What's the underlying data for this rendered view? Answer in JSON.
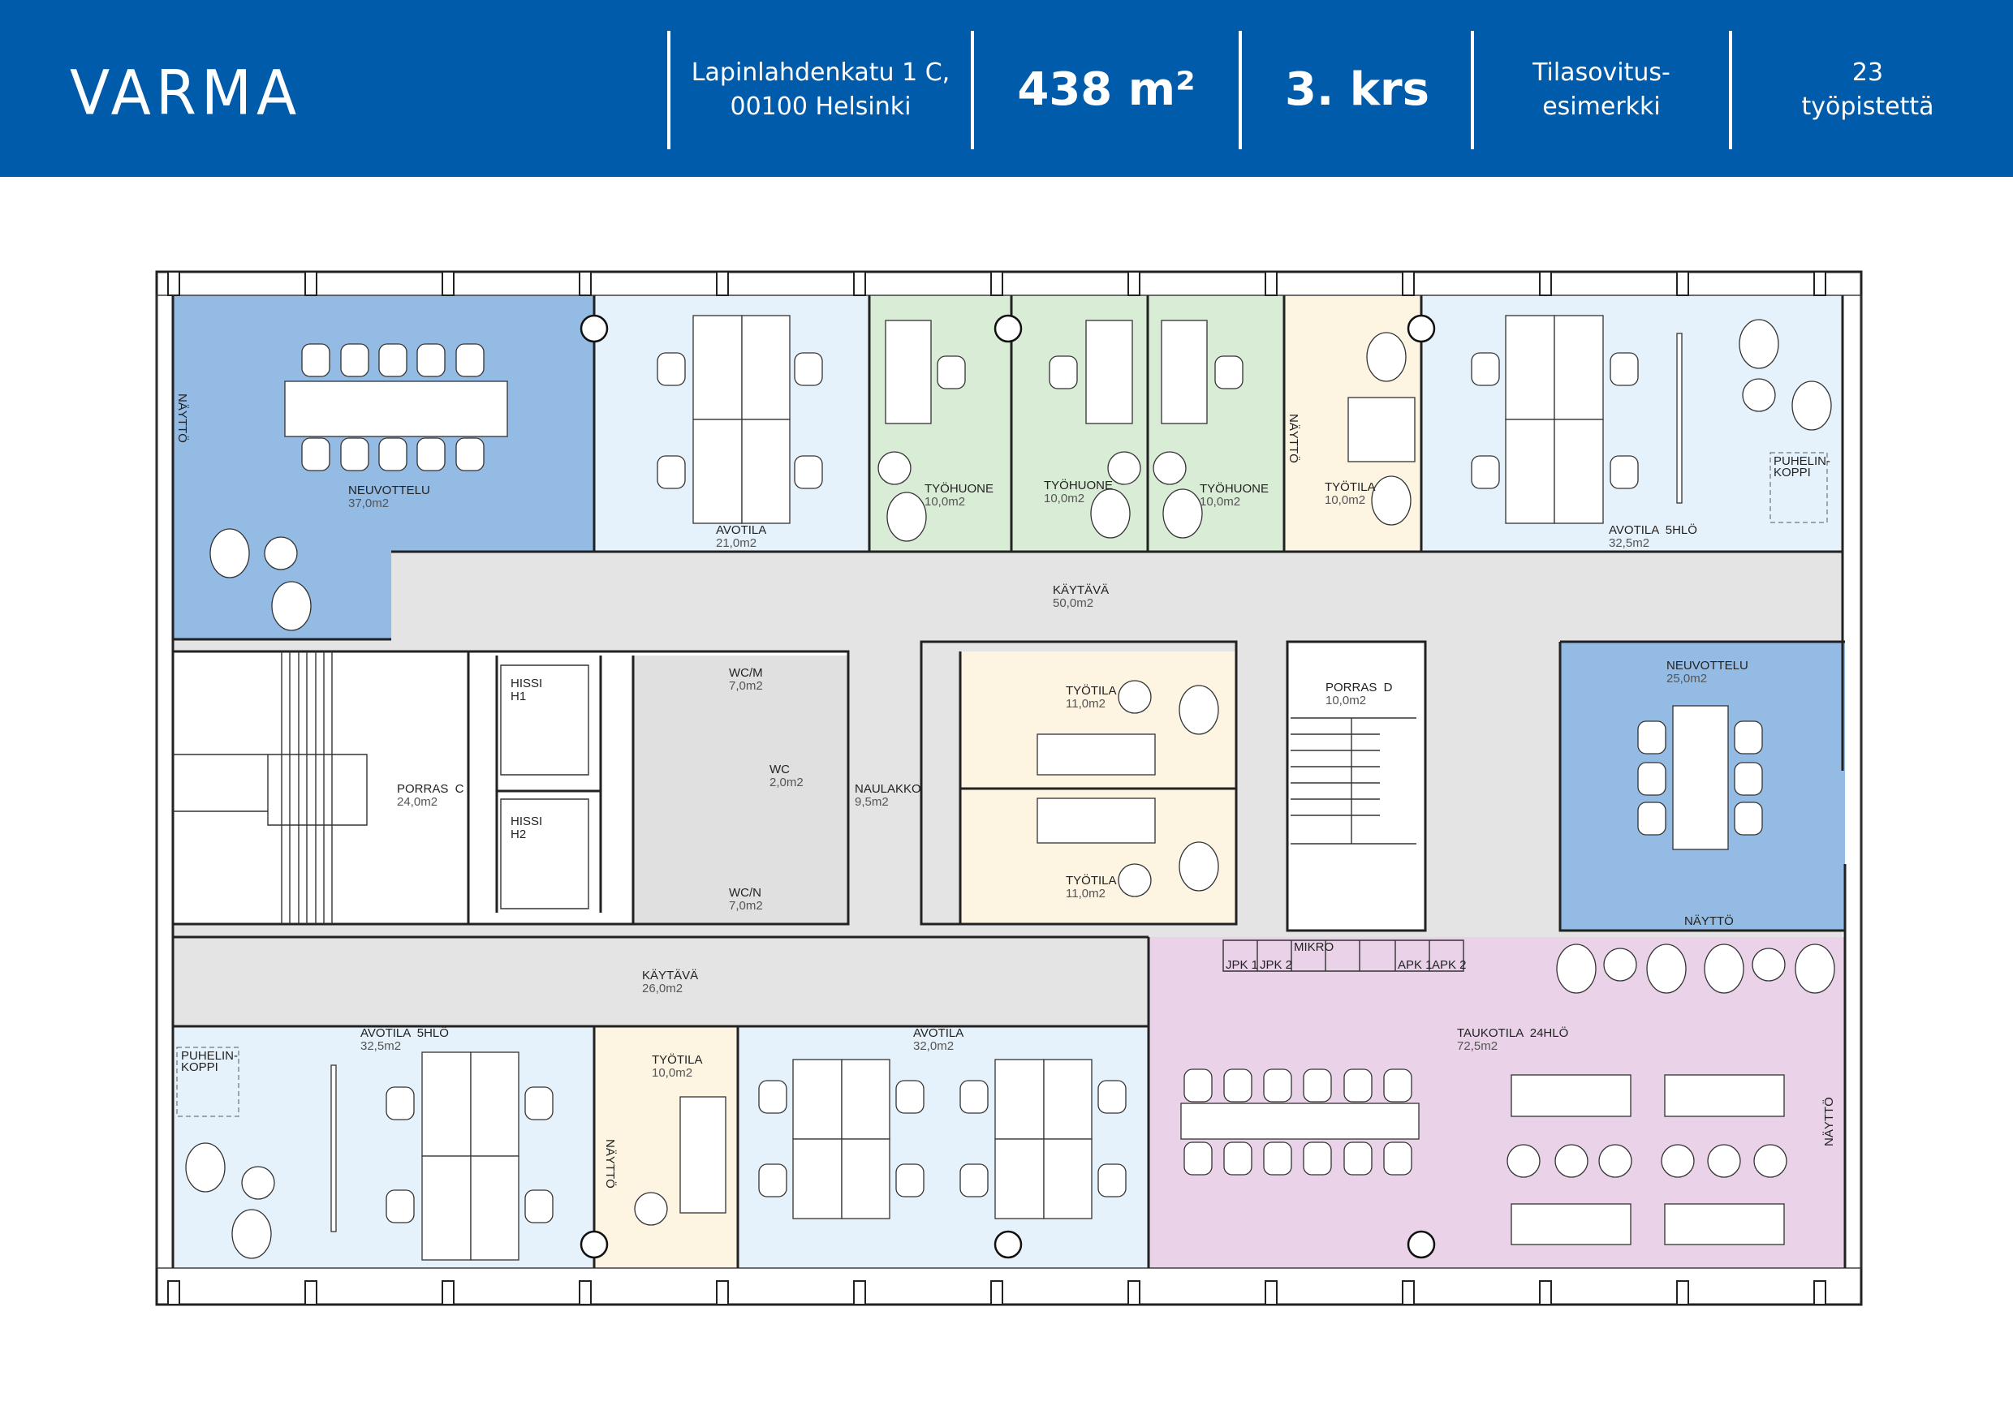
{
  "header": {
    "logo": "VARMA",
    "address_line1": "Lapinlahdenkatu 1 C,",
    "address_line2": "00100 Helsinki",
    "area": "438 m²",
    "floor": "3. krs",
    "type_line1": "Tilasovitus-",
    "type_line2": "esimerkki",
    "workstations_line1": "23",
    "workstations_line2": "työpistettä"
  },
  "colors": {
    "brand": "#005BAA",
    "meeting": "#93BBE4",
    "open_office": "#E6F2FB",
    "work_room": "#D9ECD5",
    "work_space": "#FDF4E2",
    "break_room": "#EAD3E8",
    "corridor": "#E4E4E4",
    "wc": "#E0E0E0"
  },
  "rooms": {
    "neuvottelu37": {
      "name": "NEUVOTTELU",
      "area": "37,0m2"
    },
    "avotila21": {
      "name": "AVOTILA",
      "area": "21,0m2"
    },
    "tyohuone1": {
      "name": "TYÖHUONE",
      "area": "10,0m2"
    },
    "tyohuone2": {
      "name": "TYÖHUONE",
      "area": "10,0m2"
    },
    "tyohuone3": {
      "name": "TYÖHUONE",
      "area": "10,0m2"
    },
    "tyotila_top": {
      "name": "TYÖTILA",
      "area": "10,0m2"
    },
    "avotila5_top": {
      "name": "AVOTILA  5HLÖ",
      "area": "32,5m2"
    },
    "kaytava50": {
      "name": "KÄYTÄVÄ",
      "area": "50,0m2"
    },
    "porras_c": {
      "name": "PORRAS  C",
      "area": "24,0m2"
    },
    "hissi1": {
      "name": "HISSI",
      "code": "H1"
    },
    "hissi2": {
      "name": "HISSI",
      "code": "H2"
    },
    "wc_m": {
      "name": "WC/M",
      "area": "7,0m2"
    },
    "wc": {
      "name": "WC",
      "area": "2,0m2"
    },
    "wc_n": {
      "name": "WC/N",
      "area": "7,0m2"
    },
    "naulakko": {
      "name": "NAULAKKO",
      "area": "9,5m2"
    },
    "tyotila11a": {
      "name": "TYÖTILA",
      "area": "11,0m2"
    },
    "tyotila11b": {
      "name": "TYÖTILA",
      "area": "11,0m2"
    },
    "porras_d": {
      "name": "PORRAS  D",
      "area": "10,0m2"
    },
    "neuvottelu25": {
      "name": "NEUVOTTELU",
      "area": "25,0m2"
    },
    "kaytava26": {
      "name": "KÄYTÄVÄ",
      "area": "26,0m2"
    },
    "avotila5_bottom": {
      "name": "AVOTILA  5HLÖ",
      "area": "32,5m2"
    },
    "tyotila_bottom": {
      "name": "TYÖTILA",
      "area": "10,0m2"
    },
    "avotila32": {
      "name": "AVOTILA",
      "area": "32,0m2"
    },
    "taukotila": {
      "name": "TAUKOTILA  24HLÖ",
      "area": "72,5m2"
    }
  },
  "labels": {
    "phone_booth_1": "PUHELIN-",
    "phone_booth_2": "KOPPI",
    "screen": "NÄYTTÖ",
    "kitchen": [
      "JPK 1",
      "JPK 2",
      "MIKRO",
      "APK 1",
      "APK 2"
    ]
  }
}
